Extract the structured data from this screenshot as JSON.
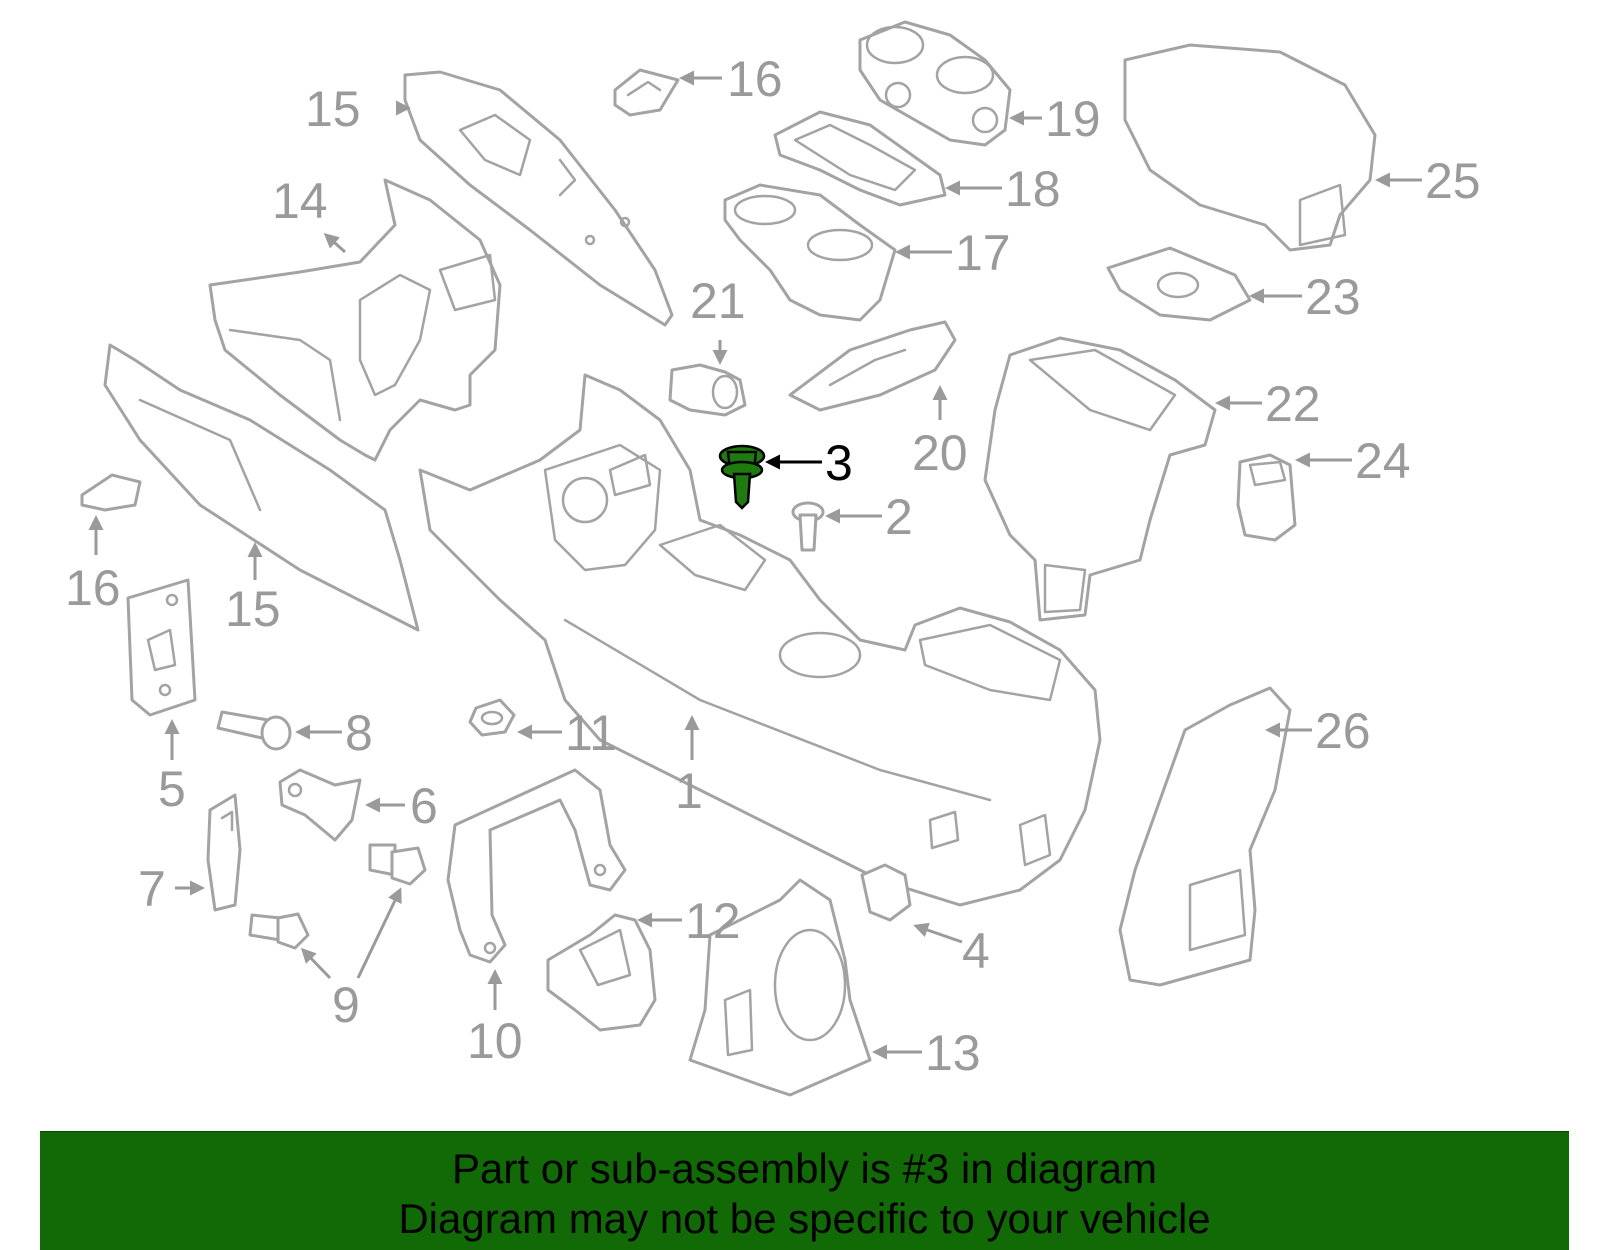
{
  "diagram": {
    "highlighted_part": "3",
    "highlight_color": "#1f7a0f",
    "outline_color": "#a3a3a3",
    "callouts": {
      "c1": "1",
      "c2": "2",
      "c3": "3",
      "c4": "4",
      "c5": "5",
      "c6": "6",
      "c7": "7",
      "c8": "8",
      "c9": "9",
      "c10": "10",
      "c11": "11",
      "c12": "12",
      "c13": "13",
      "c14": "14",
      "c15a": "15",
      "c15b": "15",
      "c16a": "16",
      "c16b": "16",
      "c17": "17",
      "c18": "18",
      "c19": "19",
      "c20": "20",
      "c21": "21",
      "c22": "22",
      "c23": "23",
      "c24": "24",
      "c25": "25",
      "c26": "26"
    }
  },
  "banner": {
    "line1": "Part or sub-assembly is #3 in diagram",
    "line2": "Diagram may not be specific to your vehicle",
    "background": "#116a06"
  }
}
